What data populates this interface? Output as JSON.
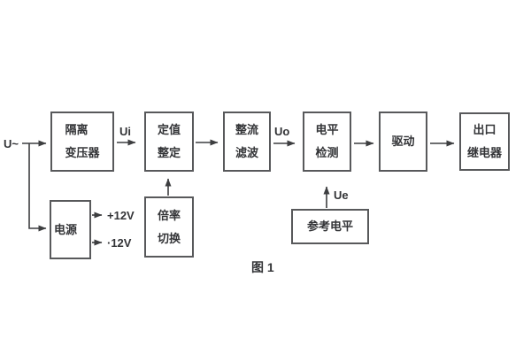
{
  "figure": {
    "caption": "图 1"
  },
  "colors": {
    "background": "#ffffff",
    "box_border": "#58595b",
    "wire": "#3d3e40",
    "text": "#333437"
  },
  "labels": {
    "input_voltage": "U~",
    "ui": "Ui",
    "uo": "Uo",
    "ue": "Ue",
    "rail_positive": "+12V",
    "rail_negative": "·12V"
  },
  "blocks": {
    "isolation_transformer": {
      "lines": [
        "隔离",
        "变压器"
      ]
    },
    "setting_adjustment": {
      "lines": [
        "定值",
        "整定"
      ]
    },
    "rectifier_filter": {
      "lines": [
        "整流",
        "滤波"
      ]
    },
    "level_detector": {
      "lines": [
        "电平",
        "检测"
      ]
    },
    "driver": {
      "lines": [
        "驱动"
      ]
    },
    "output_relay": {
      "lines": [
        "出口",
        "继电器"
      ]
    },
    "power_supply": {
      "lines": [
        "电源"
      ]
    },
    "ratio_switch": {
      "lines": [
        "倍率",
        "切换"
      ]
    },
    "reference_level": {
      "lines": [
        "参考电平"
      ]
    }
  }
}
